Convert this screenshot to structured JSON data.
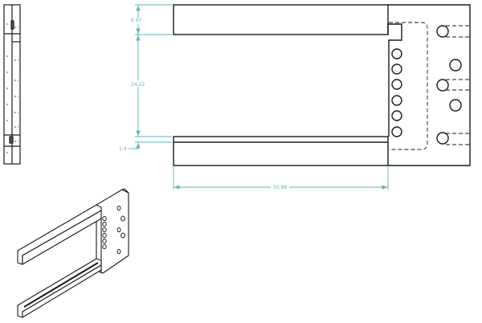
{
  "drawing": {
    "colors": {
      "outline": "#1a1a1a",
      "dimension": "#5fb3b3",
      "background": "#ffffff"
    },
    "views": {
      "side_view": {
        "label": "side-view"
      },
      "front_view": {
        "label": "front-view"
      },
      "isometric_view": {
        "label": "isometric-view"
      }
    },
    "dimensions": {
      "top_height": "6.97",
      "gap_height": "24.22",
      "bottom_offset": "1.4",
      "length": "50.88"
    },
    "holes": {
      "column_count": 6,
      "right_count": 5
    }
  }
}
